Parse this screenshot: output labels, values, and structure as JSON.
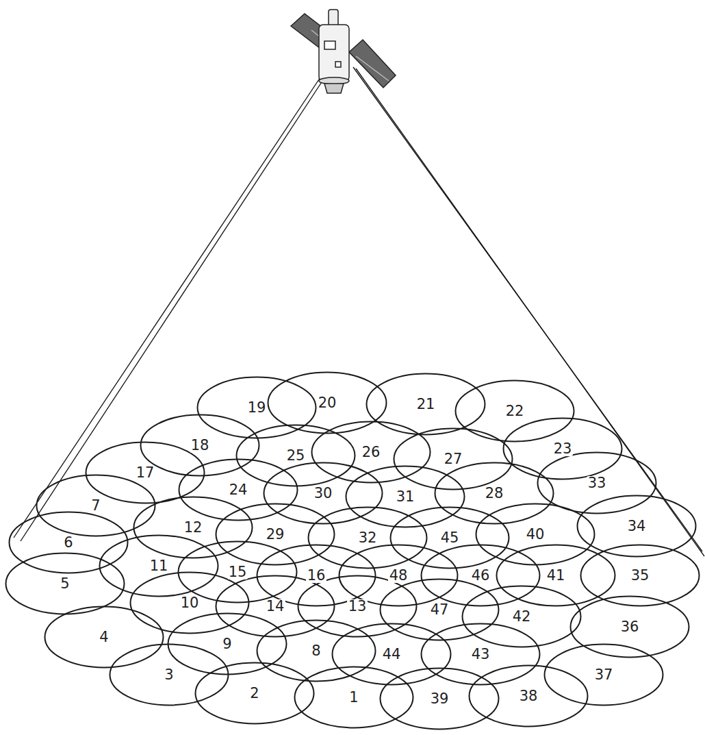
{
  "diagram": {
    "nodes": [
      {
        "text": [
          "19"
        ]
      },
      {
        "text": [
          "20"
        ]
      },
      {
        "text": [
          "21"
        ]
      },
      {
        "text": [
          "22"
        ]
      },
      {
        "text": [
          "18"
        ]
      },
      {
        "text": [
          "25"
        ]
      },
      {
        "text": [
          "26"
        ]
      },
      {
        "text": [
          "27"
        ]
      },
      {
        "text": [
          "23"
        ]
      },
      {
        "text": [
          "17"
        ]
      },
      {
        "text": [
          "24"
        ]
      },
      {
        "text": [
          "30"
        ]
      },
      {
        "text": [
          "31"
        ]
      },
      {
        "text": [
          "28"
        ]
      },
      {
        "text": [
          "33"
        ]
      },
      {
        "text": [
          "7"
        ]
      },
      {
        "text": [
          "12"
        ]
      },
      {
        "text": [
          "29"
        ]
      },
      {
        "text": [
          "32"
        ]
      },
      {
        "text": [
          "45"
        ]
      },
      {
        "text": [
          "40"
        ]
      },
      {
        "text": [
          "34"
        ]
      },
      {
        "text": [
          "6"
        ]
      },
      {
        "text": [
          "11"
        ]
      },
      {
        "text": [
          "15"
        ]
      },
      {
        "text": [
          "16"
        ]
      },
      {
        "text": [
          "48"
        ]
      },
      {
        "text": [
          "46"
        ]
      },
      {
        "text": [
          "41"
        ]
      },
      {
        "text": [
          "35"
        ]
      },
      {
        "text": [
          "5"
        ]
      },
      {
        "text": [
          "10"
        ]
      },
      {
        "text": [
          "14"
        ]
      },
      {
        "text": [
          "13"
        ]
      },
      {
        "text": [
          "47"
        ]
      },
      {
        "text": [
          "42"
        ]
      },
      {
        "text": [
          "36"
        ]
      },
      {
        "text": [
          "4"
        ]
      },
      {
        "text": [
          "9"
        ]
      },
      {
        "text": [
          "8"
        ]
      },
      {
        "text": [
          "44"
        ]
      },
      {
        "text": [
          "43"
        ]
      },
      {
        "text": [
          "37"
        ]
      },
      {
        "text": [
          "3"
        ]
      },
      {
        "text": [
          "2"
        ]
      },
      {
        "text": [
          "1"
        ]
      },
      {
        "text": [
          "39"
        ]
      },
      {
        "text": [
          "38"
        ]
      }
    ]
  }
}
